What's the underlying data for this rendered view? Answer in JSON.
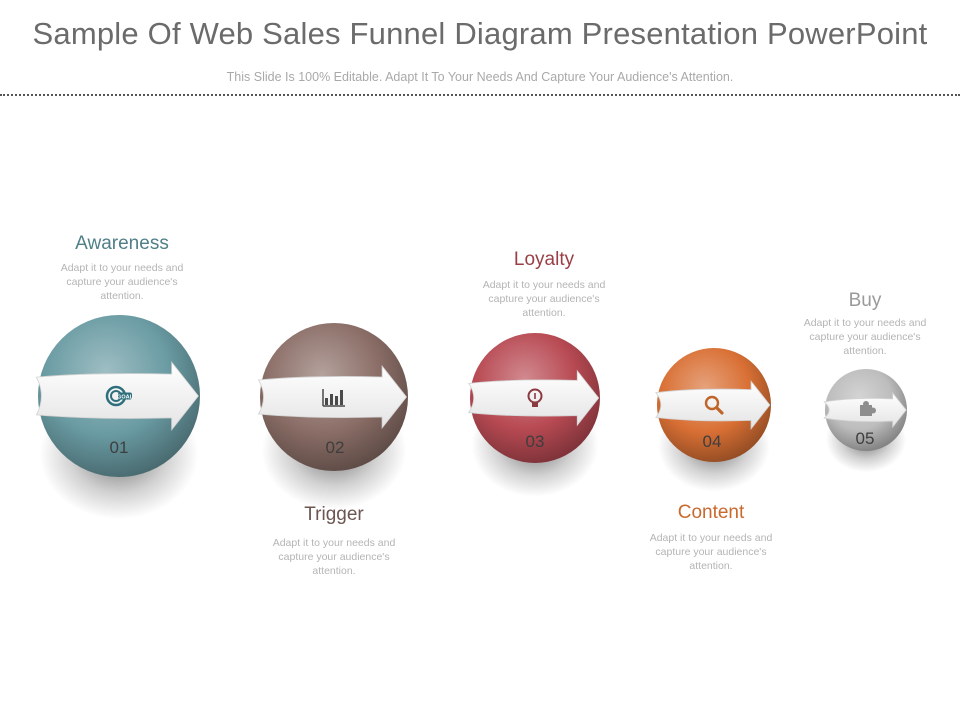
{
  "header": {
    "title": "Sample Of Web Sales Funnel Diagram Presentation PowerPoint",
    "subtitle": "This Slide Is 100% Editable. Adapt It To Your Needs And Capture Your Audience's Attention."
  },
  "stages": [
    {
      "number": "01",
      "title": "Awareness",
      "description": "Adapt it to your needs and capture your audience's attention.",
      "color": "#6a9ba3",
      "icon": "goal-icon",
      "icon_text": "GOAL"
    },
    {
      "number": "02",
      "title": "Trigger",
      "description": "Adapt it to your needs and capture your audience's attention.",
      "color": "#8b6e67",
      "icon": "bar-chart-icon"
    },
    {
      "number": "03",
      "title": "Loyalty",
      "description": "Adapt it to your needs and capture your audience's attention.",
      "color": "#b84a53",
      "icon": "lightbulb-icon"
    },
    {
      "number": "04",
      "title": "Content",
      "description": "Adapt it to your needs and capture your audience's attention.",
      "color": "#d97035",
      "icon": "magnifier-icon"
    },
    {
      "number": "05",
      "title": "Buy",
      "description": "Adapt it to your needs and capture your audience's attention.",
      "color": "#bdbdbd",
      "icon": "puzzle-icon"
    }
  ],
  "title_colors": [
    "#4f7f88",
    "#6b5650",
    "#9a3f46",
    "#c9692e",
    "#9a9a9a"
  ]
}
